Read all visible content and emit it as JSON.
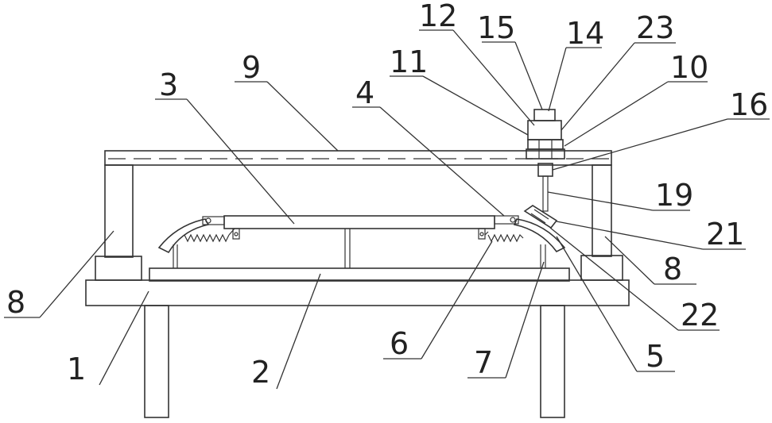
{
  "callouts": [
    {
      "id": "c1",
      "label": "1"
    },
    {
      "id": "c2",
      "label": "2"
    },
    {
      "id": "c3",
      "label": "3"
    },
    {
      "id": "c4",
      "label": "4"
    },
    {
      "id": "c5",
      "label": "5"
    },
    {
      "id": "c6",
      "label": "6"
    },
    {
      "id": "c7",
      "label": "7"
    },
    {
      "id": "c8a",
      "label": "8"
    },
    {
      "id": "c8b",
      "label": "8"
    },
    {
      "id": "c9",
      "label": "9"
    },
    {
      "id": "c10",
      "label": "10"
    },
    {
      "id": "c11",
      "label": "11"
    },
    {
      "id": "c12",
      "label": "12"
    },
    {
      "id": "c14",
      "label": "14"
    },
    {
      "id": "c15",
      "label": "15"
    },
    {
      "id": "c16",
      "label": "16"
    },
    {
      "id": "c19",
      "label": "19"
    },
    {
      "id": "c21",
      "label": "21"
    },
    {
      "id": "c22",
      "label": "22"
    },
    {
      "id": "c23",
      "label": "23"
    }
  ]
}
